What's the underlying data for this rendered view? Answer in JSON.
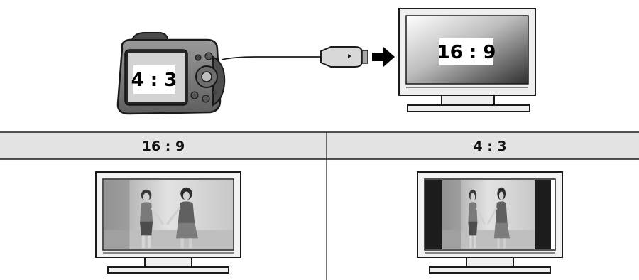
{
  "camera": {
    "screen_ratio": "4 : 3"
  },
  "tv": {
    "screen_ratio": "16 : 9"
  },
  "table": {
    "columns": [
      {
        "header": "16 : 9"
      },
      {
        "header": "4 : 3"
      }
    ]
  },
  "colors": {
    "header_bg": "#e3e3e3",
    "line": "#1a1a1a",
    "letterbox": "#1c1c1c",
    "gray_dark": "#5a5a5a",
    "gray_light": "#d6d6d6"
  }
}
